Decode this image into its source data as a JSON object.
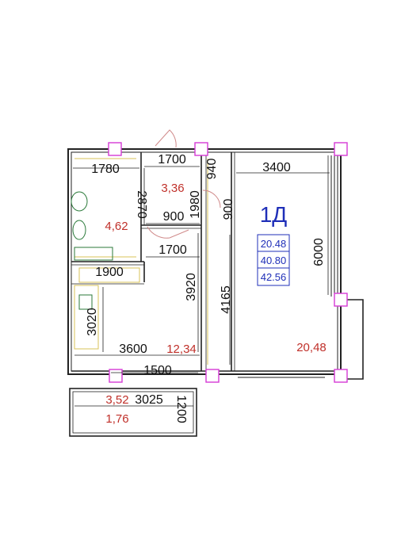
{
  "plan": {
    "apartment_label": "1Д",
    "apartment_areas": [
      "20.48",
      "40.80",
      "42.56"
    ],
    "colors": {
      "wall": "#222222",
      "dimension_text": "#111111",
      "area_text": "#c0302a",
      "apartment_text": "#1f2fb8",
      "column_marker": "#d63ad6",
      "door": "#d08a8a",
      "furniture": "#2b7a3a",
      "kitchen_line": "#d9c35a"
    },
    "dimensions": {
      "d1780": "1780",
      "d1700_top": "1700",
      "d940": "940",
      "d3400": "3400",
      "d2870": "2870",
      "d1980": "1980",
      "d900_h": "900",
      "d900_v": "900",
      "d6000": "6000",
      "d1700_mid": "1700",
      "d1900": "1900",
      "d3920": "3920",
      "d4165": "4165",
      "d3020": "3020",
      "d3600": "3600",
      "d1500": "1500",
      "d3025": "3025",
      "d1200": "1200"
    },
    "areas": {
      "bath": "3,36",
      "wc": "4,62",
      "kitchen": "12,34",
      "living": "20,48",
      "loggia_a": "3,52",
      "loggia_b": "1,76"
    }
  }
}
